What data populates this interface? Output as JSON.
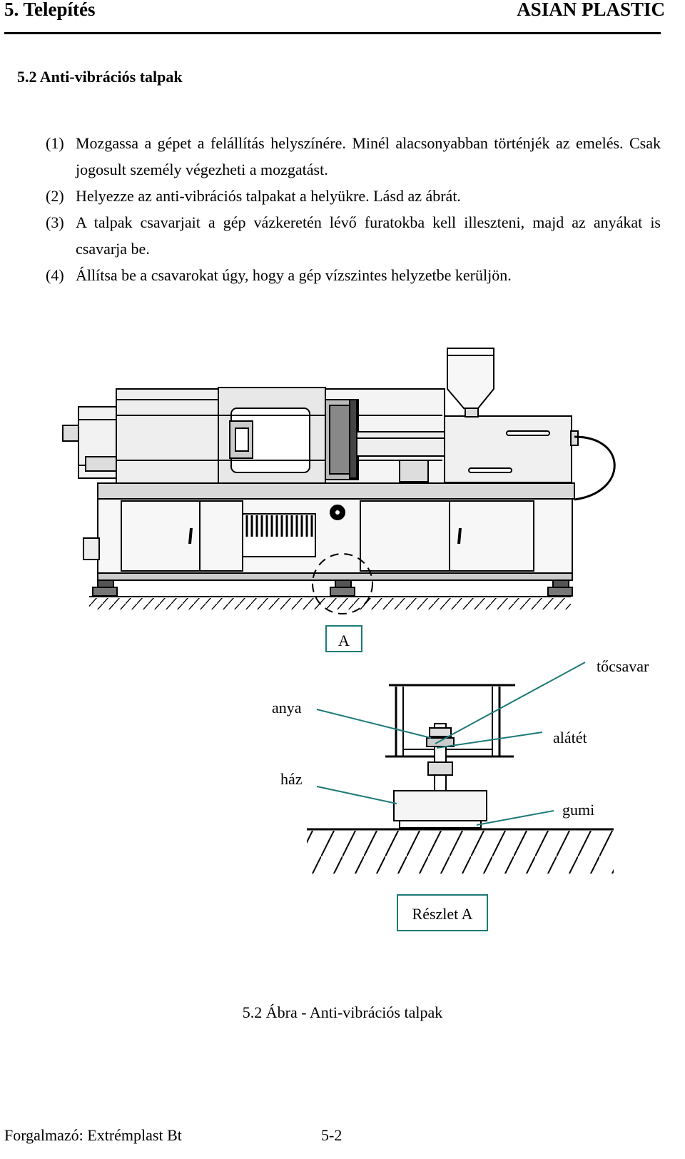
{
  "header": {
    "section": "5. Telepítés",
    "brand": "ASIAN PLASTIC"
  },
  "section_title": "5.2  Anti-vibrációs talpak",
  "steps": [
    {
      "num": "(1)",
      "text": "Mozgassa a gépet a felállítás helyszínére. Minél alacsonyabban történjék az emelés. Csak jogosult személy végezheti a mozgatást."
    },
    {
      "num": "(2)",
      "text": "Helyezze az anti-vibrációs talpakat a helyükre. Lásd az ábrát."
    },
    {
      "num": "(3)",
      "text": "A talpak csavarjait a gép vázkeretén lévő furatokba kell illeszteni, majd az anyákat is csavarja be."
    },
    {
      "num": "(4)",
      "text": "Állítsa be a csavarokat úgy, hogy a gép vízszintes helyzetbe kerüljön."
    }
  ],
  "figure": {
    "marker_label": "A",
    "labels": {
      "bolt": "tőcsavar",
      "nut": "anya",
      "washer": "alátét",
      "housing": "ház",
      "rubber": "gumi"
    },
    "detail_caption": "Részlet A",
    "caption": "5.2 Ábra - Anti-vibrációs talpak",
    "leader_color": "#1d7a78"
  },
  "footer": {
    "distributor": "Forgalmazó: Extrémplast Bt",
    "page": "5-2"
  }
}
